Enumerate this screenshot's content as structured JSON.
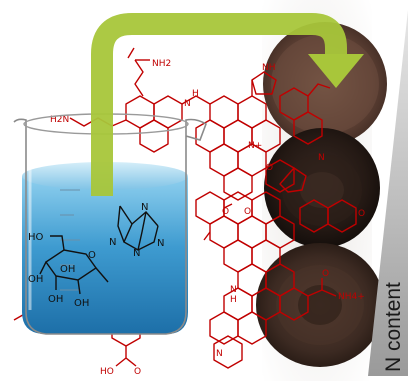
{
  "colors": {
    "structure_red": "#c00000",
    "arrow_green": "#a8c63a",
    "water_blue": "#4aa6d8",
    "glass_outline": "#8a8a8a",
    "wedge_gray": "#b8b8b8"
  },
  "structure_labels": {
    "amide": "NH2",
    "amine_left": "H2N",
    "pyrrole_nh": "NH",
    "bridge_h": "H",
    "bridge_n": "N",
    "quaternary_n": "N+",
    "oxazole_o": "O",
    "pyridine_n": "N",
    "mid_o1": "O",
    "mid_o2": "O",
    "nh_lower": "N",
    "nh_lower_h": "H",
    "carboxyl_o1": "O",
    "ammonium": "NH4+",
    "bottom_ho": "HO",
    "bottom_o": "O",
    "lactone_o": "O",
    "pyridine_n2": "N"
  },
  "glucose_labels": {
    "ho_top": "HO",
    "oh_ring": "OH",
    "o_ring": "O",
    "oh_left": "OH",
    "oh_mid": "OH",
    "oh_right": "OH"
  },
  "hmt_labels": {
    "n1": "N",
    "n2": "N",
    "n3": "N",
    "n4": "N"
  },
  "axis": {
    "label": "N content"
  },
  "icons": [
    "beaker-icon",
    "curved-arrow-icon",
    "powder-sample-icon",
    "gradient-wedge-icon"
  ]
}
